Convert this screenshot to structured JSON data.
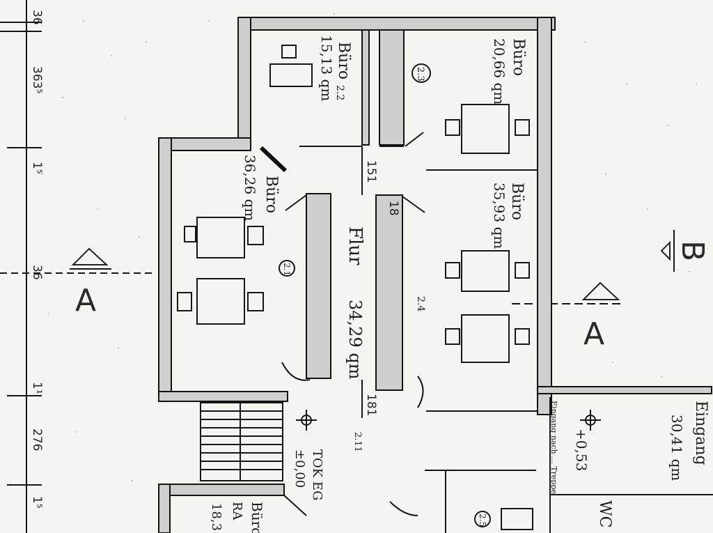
{
  "rooms": [
    {
      "id": "buero-22",
      "name": "Büro",
      "area": "15,13 qm",
      "num": "2.2"
    },
    {
      "id": "buero-23",
      "name": "Büro",
      "area": "20,66 qm",
      "num": "2.3"
    },
    {
      "id": "buero-21",
      "name": "Büro",
      "area": "36,26 qm",
      "num": "2.1"
    },
    {
      "id": "buero-24",
      "name": "Büro",
      "area": "35,93 qm",
      "num": "2.4"
    },
    {
      "id": "flur",
      "name": "Flur",
      "area": "34,29 qm",
      "num": ""
    },
    {
      "id": "eingang",
      "name": "Eingang",
      "area": "30,41 qm",
      "num": ""
    },
    {
      "id": "wc",
      "name": "WC",
      "area": "",
      "num": "2.5"
    },
    {
      "id": "buero-lower",
      "name": "Büro",
      "area": "18,3",
      "num": ""
    }
  ],
  "dimensions": {
    "left": [
      "36",
      "363⁵",
      "1⁵",
      "36",
      "1¹",
      "276",
      "1⁵"
    ],
    "corridor_width": "151",
    "corridor_width_2": "181",
    "wall_1": "18"
  },
  "levels": {
    "tok": "TOK EG",
    "tok_value": "±0,00",
    "plus": "+0,53",
    "room_code": "2.11"
  },
  "sections": {
    "a_left": "A",
    "a_right": "A",
    "b": "B"
  },
  "notes": {
    "eingang": "Eingang nach ... Treppe",
    "ra": "RA"
  }
}
